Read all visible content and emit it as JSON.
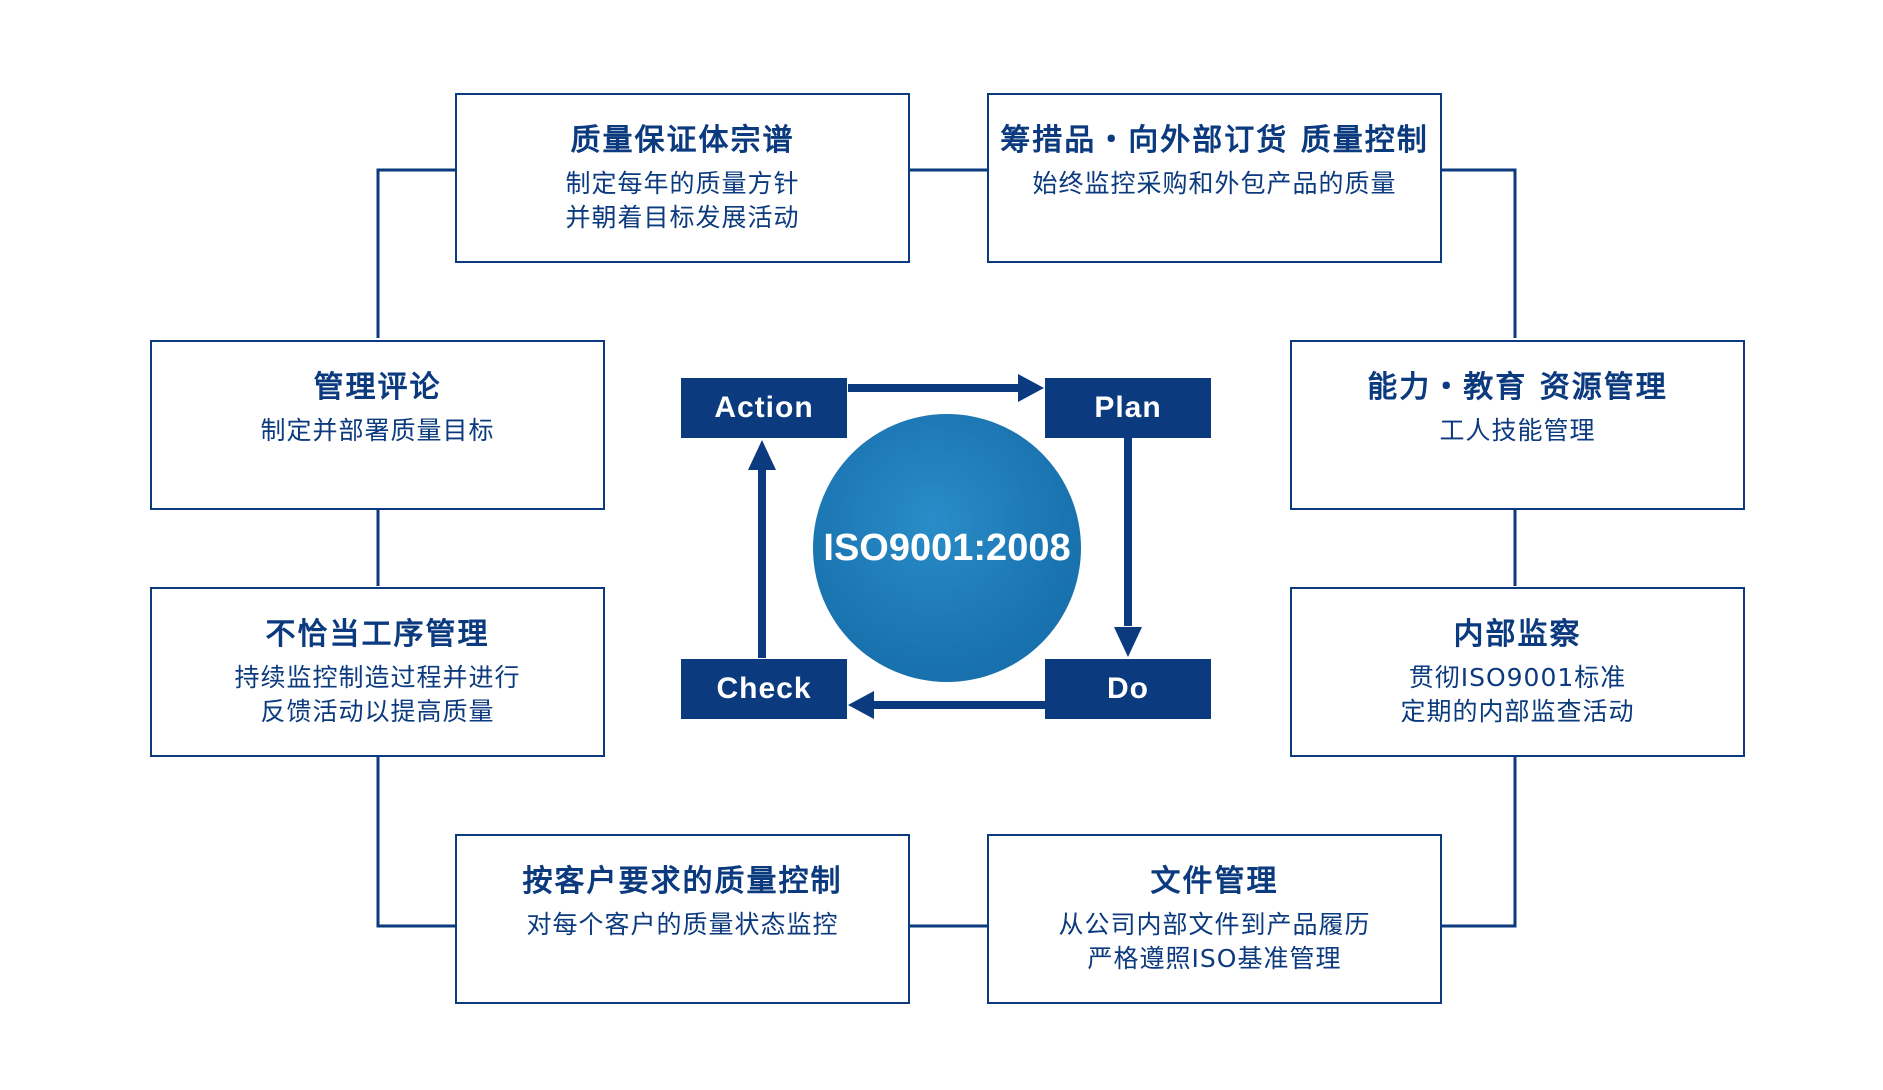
{
  "colors": {
    "primary": "#0b3a7e",
    "circle": "#1a74b0",
    "background": "#ffffff"
  },
  "center": {
    "label": "ISO9001:2008"
  },
  "pdca": {
    "action": "Action",
    "plan": "Plan",
    "do": "Do",
    "check": "Check"
  },
  "boxes": {
    "quality_policy": {
      "title": "质量保证体宗谱",
      "lines": [
        "制定每年的质量方针",
        "并朝着目标发展活动"
      ]
    },
    "procurement": {
      "title": "筹措品・向外部订货 质量控制",
      "lines": [
        "始终监控采购和外包产品的质量"
      ]
    },
    "management_review": {
      "title": "管理评论",
      "lines": [
        "制定并部署质量目标"
      ]
    },
    "competence": {
      "title": "能力・教育 资源管理",
      "lines": [
        "工人技能管理"
      ]
    },
    "nonconforming": {
      "title": "不恰当工序管理",
      "lines": [
        "持续监控制造过程并进行",
        "反馈活动以提高质量"
      ]
    },
    "internal_audit": {
      "title": "内部监察",
      "lines": [
        "贯彻ISO9001标准",
        "定期的内部监查活动"
      ]
    },
    "customer_quality": {
      "title": "按客户要求的质量控制",
      "lines": [
        "对每个客户的质量状态监控"
      ]
    },
    "document_control": {
      "title": "文件管理",
      "lines": [
        "从公司内部文件到产品履历",
        "严格遵照ISO基准管理"
      ]
    }
  }
}
